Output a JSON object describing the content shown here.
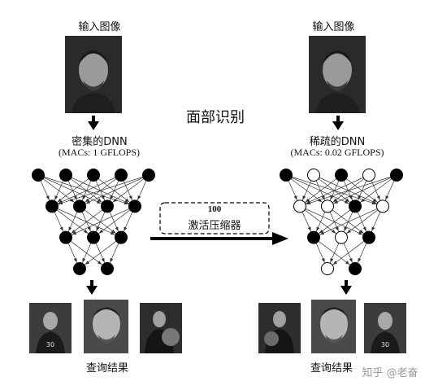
{
  "title": "面部识别",
  "left": {
    "input_label": "输入图像",
    "network_label": "密集的DNN",
    "macs_label": "(MACs: 1 GFLOPS)",
    "query_label": "查询结果"
  },
  "right": {
    "input_label": "输入图像",
    "network_label": "稀疏的DNN",
    "macs_label": "(MACs: 0.02 GFLOPS)",
    "query_label": "查询结果"
  },
  "compressor": {
    "ratio": "100",
    "label": "激活压缩器"
  },
  "watermark": "知乎 @老奋",
  "dense_network": {
    "layers": [
      [
        1,
        1,
        1,
        1,
        1
      ],
      [
        1,
        1,
        1,
        1
      ],
      [
        1,
        1,
        1
      ],
      [
        1,
        1
      ]
    ]
  },
  "sparse_network": {
    "layers": [
      [
        1,
        0,
        1,
        0,
        1
      ],
      [
        0,
        0,
        1,
        0
      ],
      [
        1,
        0,
        1
      ],
      [
        0,
        1
      ]
    ]
  }
}
